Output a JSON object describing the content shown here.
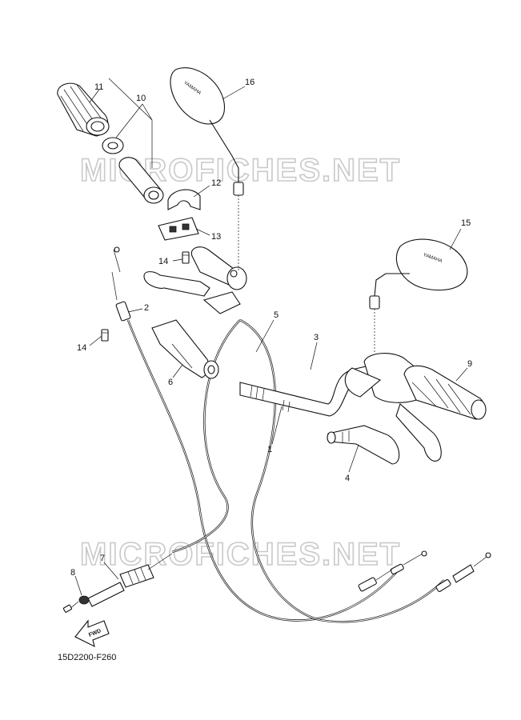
{
  "watermark": {
    "text": "MICROFICHES.NET"
  },
  "diagram_code": "15D2200-F260",
  "fwd_label": "FWD",
  "mirror_brand": "YAMAHA",
  "callouts": [
    {
      "id": "c1",
      "label": "1"
    },
    {
      "id": "c2",
      "label": "2"
    },
    {
      "id": "c3",
      "label": "3"
    },
    {
      "id": "c4",
      "label": "4"
    },
    {
      "id": "c5",
      "label": "5"
    },
    {
      "id": "c6",
      "label": "6"
    },
    {
      "id": "c7",
      "label": "7"
    },
    {
      "id": "c8",
      "label": "8"
    },
    {
      "id": "c9",
      "label": "9"
    },
    {
      "id": "c10",
      "label": "10"
    },
    {
      "id": "c11",
      "label": "11"
    },
    {
      "id": "c12",
      "label": "12"
    },
    {
      "id": "c13",
      "label": "13"
    },
    {
      "id": "c14a",
      "label": "14"
    },
    {
      "id": "c14b",
      "label": "14"
    },
    {
      "id": "c15",
      "label": "15"
    },
    {
      "id": "c16",
      "label": "16"
    }
  ]
}
